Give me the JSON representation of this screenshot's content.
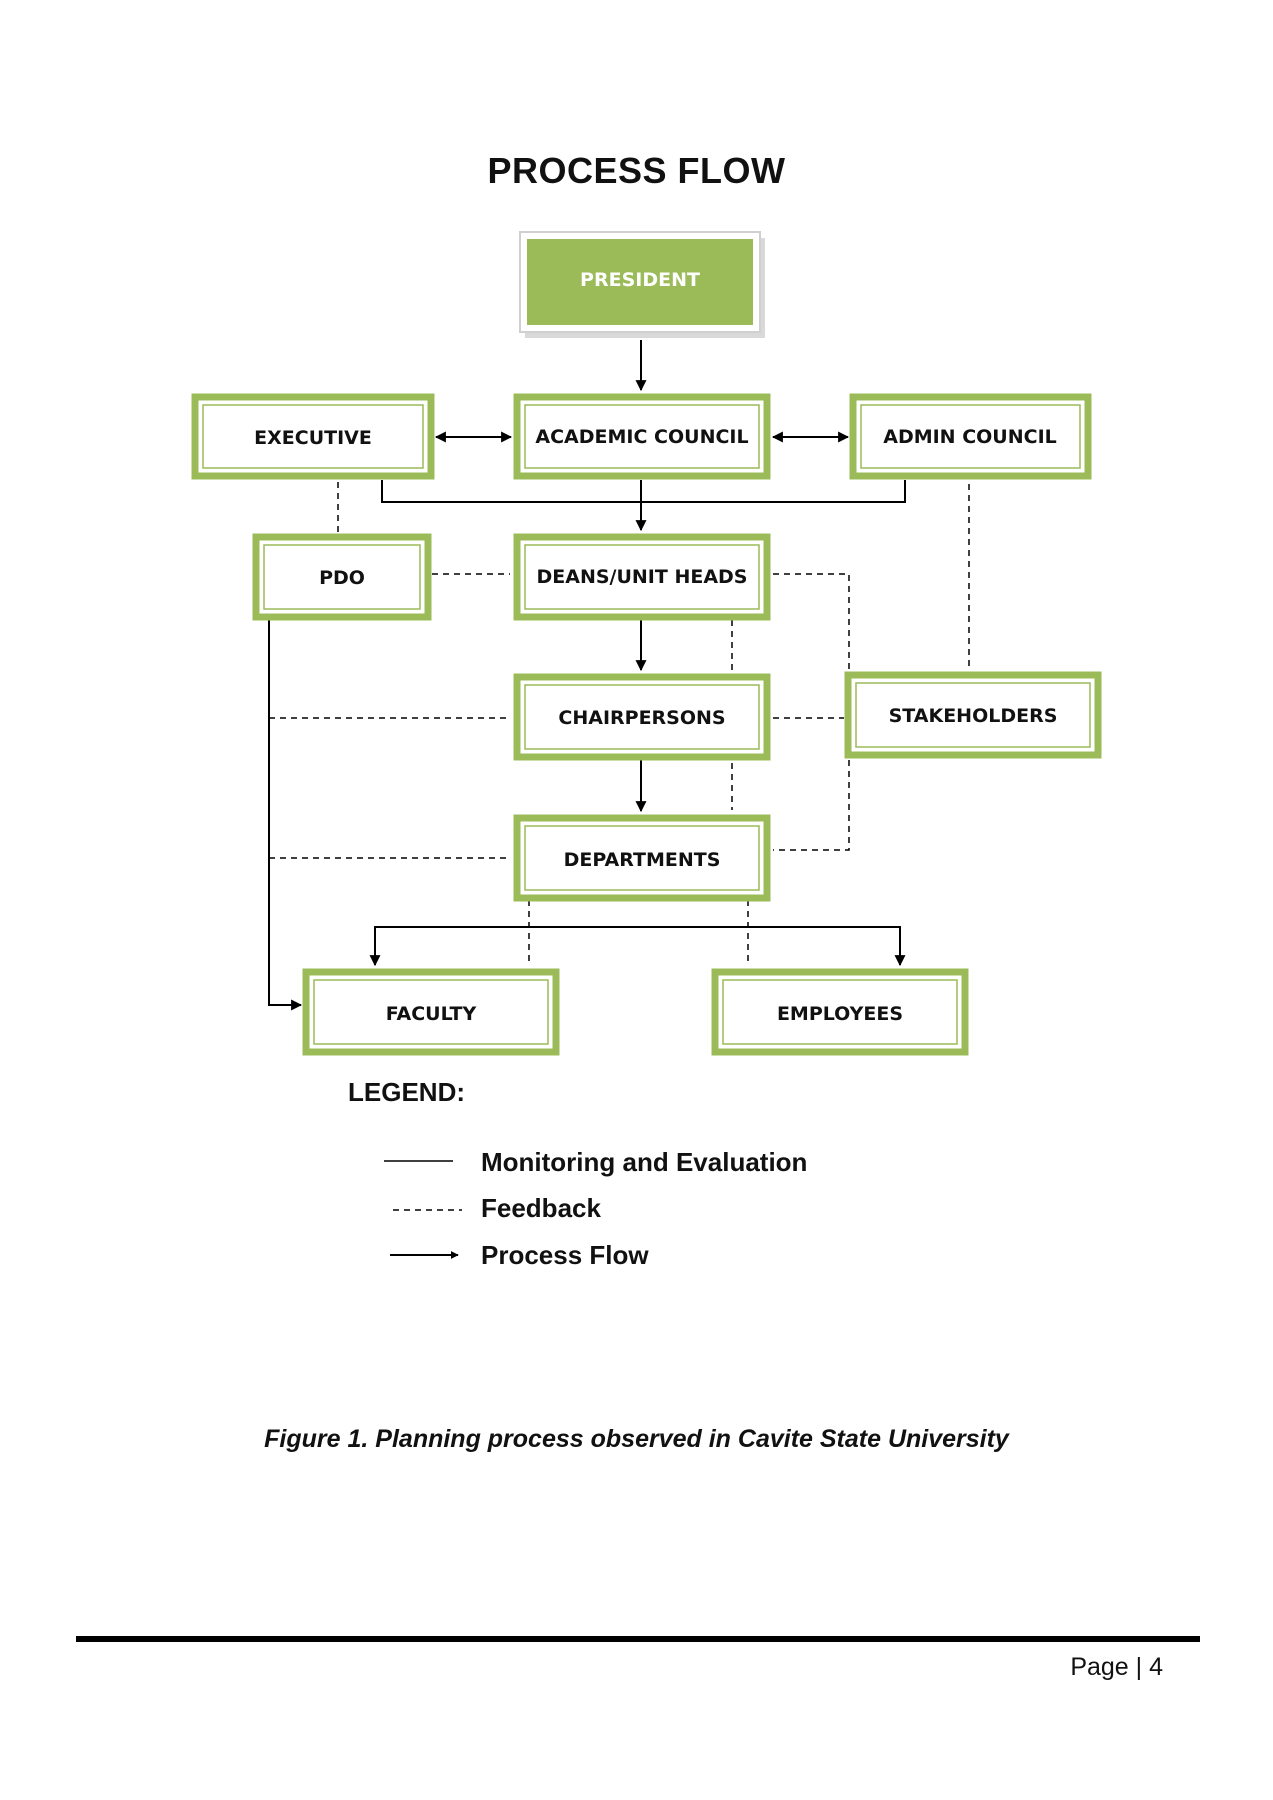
{
  "title": "PROCESS FLOW",
  "colors": {
    "box_border": "#9bbb59",
    "president_fill": "#9bbb59",
    "line": "#000000"
  },
  "nodes": {
    "president": "PRESIDENT",
    "executive": "EXECUTIVE",
    "academic_council": "ACADEMIC COUNCIL",
    "admin_council": "ADMIN COUNCIL",
    "pdo": "PDO",
    "deans": "DEANS/UNIT HEADS",
    "chairpersons": "CHAIRPERSONS",
    "stakeholders": "STAKEHOLDERS",
    "departments": "DEPARTMENTS",
    "faculty": "FACULTY",
    "employees": "EMPLOYEES"
  },
  "legend": {
    "title": "LEGEND:",
    "items": [
      {
        "style": "solid",
        "label": "Monitoring and Evaluation"
      },
      {
        "style": "dashed",
        "label": "Feedback"
      },
      {
        "style": "arrow",
        "label": "Process Flow"
      }
    ]
  },
  "caption": "Figure 1. Planning process observed in Cavite State University",
  "footer": {
    "page": "Page | 4"
  }
}
